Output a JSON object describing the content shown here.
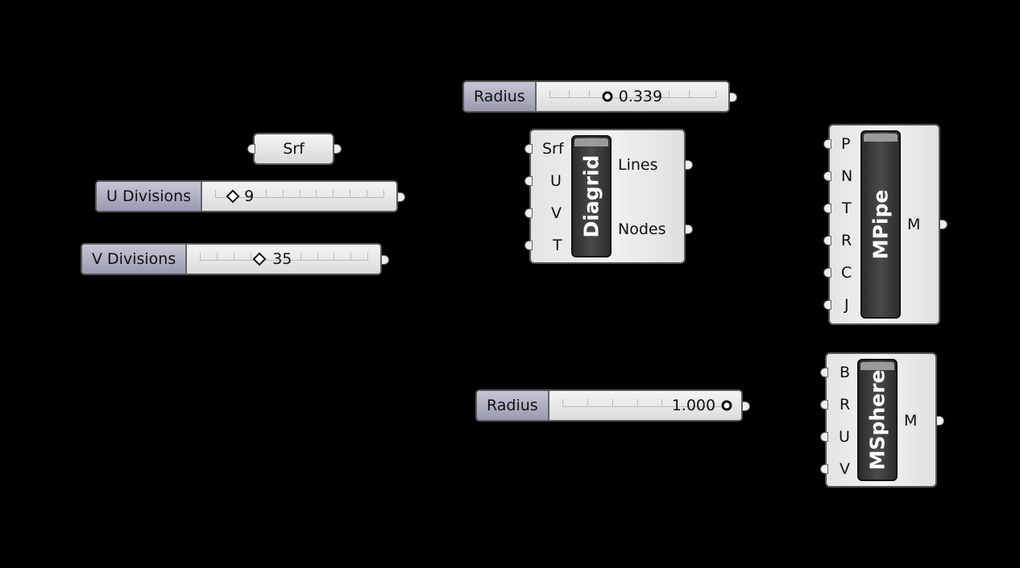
{
  "radius_top": {
    "name": "Radius",
    "value": "0.339"
  },
  "srf_param": {
    "label": "Srf"
  },
  "u_divisions": {
    "name": "U Divisions",
    "value": "9"
  },
  "v_divisions": {
    "name": "V Divisions",
    "value": "35"
  },
  "diagrid": {
    "title": "Diagrid",
    "inputs": [
      "Srf",
      "U",
      "V",
      "T"
    ],
    "outputs": [
      "Lines",
      "Nodes"
    ]
  },
  "mpipe": {
    "title": "MPipe",
    "inputs": [
      "P",
      "N",
      "T",
      "R",
      "C",
      "J"
    ],
    "outputs": [
      "M"
    ]
  },
  "radius_bottom": {
    "name": "Radius",
    "value": "1.000"
  },
  "msphere": {
    "title": "MSphere",
    "inputs": [
      "B",
      "R",
      "U",
      "V"
    ],
    "outputs": [
      "M"
    ]
  }
}
